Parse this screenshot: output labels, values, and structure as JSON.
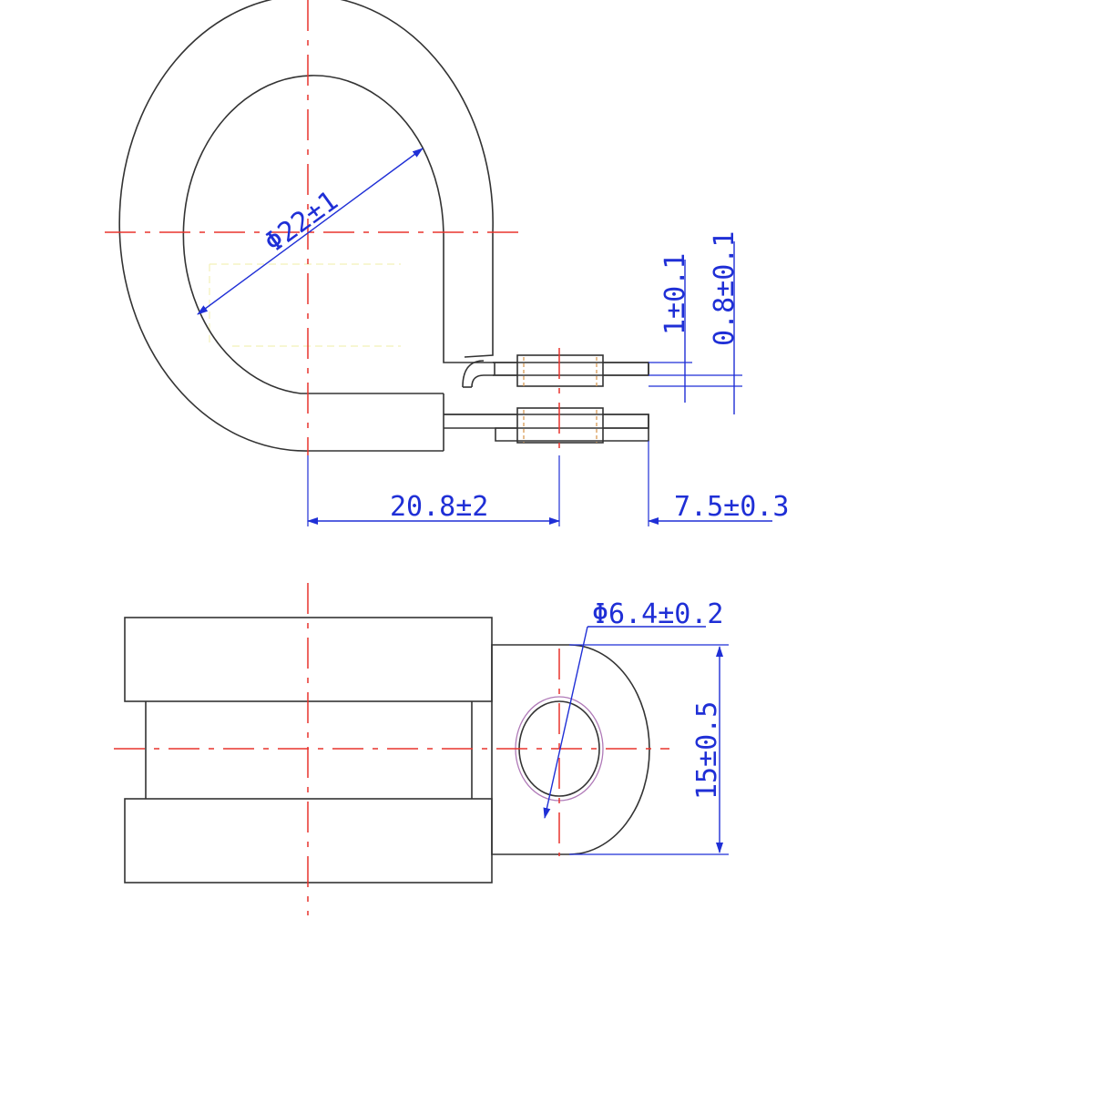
{
  "colors": {
    "outline": "#333333",
    "centerline": "#e8332d",
    "dimension": "#1f2fd6"
  },
  "dimensions": {
    "inner_diameter": "Φ22±1",
    "strip_thickness": "1±0.1",
    "tab_thickness": "0.8±0.1",
    "hole_offset": "20.8±2",
    "tab_edge": "7.5±0.3",
    "hole_diameter": "Φ6.4±0.2",
    "tab_width": "15±0.5"
  }
}
